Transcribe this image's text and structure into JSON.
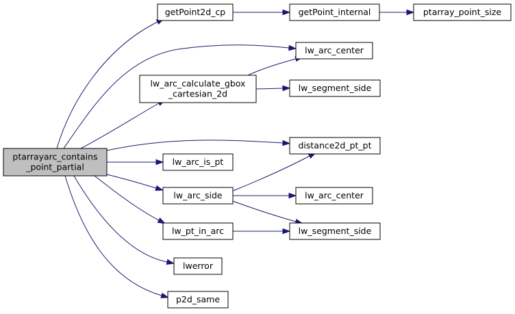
{
  "graph": {
    "root": "ptarrayarc_contains_point_partial",
    "colors": {
      "edge": "#191970",
      "root_fill": "#bfbfbf",
      "node_fill": "#ffffff",
      "border": "#000000"
    },
    "nodes": [
      {
        "id": "root",
        "lines": [
          "ptarrayarc_contains",
          "_point_partial"
        ]
      },
      {
        "id": "getPoint2d_cp",
        "lines": [
          "getPoint2d_cp"
        ]
      },
      {
        "id": "getPoint_internal",
        "lines": [
          "getPoint_internal"
        ]
      },
      {
        "id": "ptarray_point_size",
        "lines": [
          "ptarray_point_size"
        ]
      },
      {
        "id": "lw_arc_center_1",
        "lines": [
          "lw_arc_center"
        ]
      },
      {
        "id": "lw_arc_calculate_gbox",
        "lines": [
          "lw_arc_calculate_gbox",
          "_cartesian_2d"
        ]
      },
      {
        "id": "lw_segment_side_1",
        "lines": [
          "lw_segment_side"
        ]
      },
      {
        "id": "distance2d_pt_pt",
        "lines": [
          "distance2d_pt_pt"
        ]
      },
      {
        "id": "lw_arc_is_pt",
        "lines": [
          "lw_arc_is_pt"
        ]
      },
      {
        "id": "lw_arc_side",
        "lines": [
          "lw_arc_side"
        ]
      },
      {
        "id": "lw_arc_center_2",
        "lines": [
          "lw_arc_center"
        ]
      },
      {
        "id": "lw_pt_in_arc",
        "lines": [
          "lw_pt_in_arc"
        ]
      },
      {
        "id": "lw_segment_side_2",
        "lines": [
          "lw_segment_side"
        ]
      },
      {
        "id": "lwerror",
        "lines": [
          "lwerror"
        ]
      },
      {
        "id": "p2d_same",
        "lines": [
          "p2d_same"
        ]
      }
    ],
    "edges": [
      {
        "from": "root",
        "to": "getPoint2d_cp"
      },
      {
        "from": "getPoint2d_cp",
        "to": "getPoint_internal"
      },
      {
        "from": "getPoint_internal",
        "to": "ptarray_point_size"
      },
      {
        "from": "root",
        "to": "lw_arc_center_1"
      },
      {
        "from": "root",
        "to": "lw_arc_calculate_gbox"
      },
      {
        "from": "lw_arc_calculate_gbox",
        "to": "lw_arc_center_1"
      },
      {
        "from": "lw_arc_calculate_gbox",
        "to": "lw_segment_side_1"
      },
      {
        "from": "root",
        "to": "distance2d_pt_pt"
      },
      {
        "from": "root",
        "to": "lw_arc_is_pt"
      },
      {
        "from": "root",
        "to": "lw_arc_side"
      },
      {
        "from": "lw_arc_side",
        "to": "distance2d_pt_pt"
      },
      {
        "from": "lw_arc_side",
        "to": "lw_arc_center_2"
      },
      {
        "from": "lw_arc_side",
        "to": "lw_segment_side_2"
      },
      {
        "from": "root",
        "to": "lw_pt_in_arc"
      },
      {
        "from": "lw_pt_in_arc",
        "to": "lw_segment_side_2"
      },
      {
        "from": "root",
        "to": "lwerror"
      },
      {
        "from": "root",
        "to": "p2d_same"
      }
    ]
  }
}
